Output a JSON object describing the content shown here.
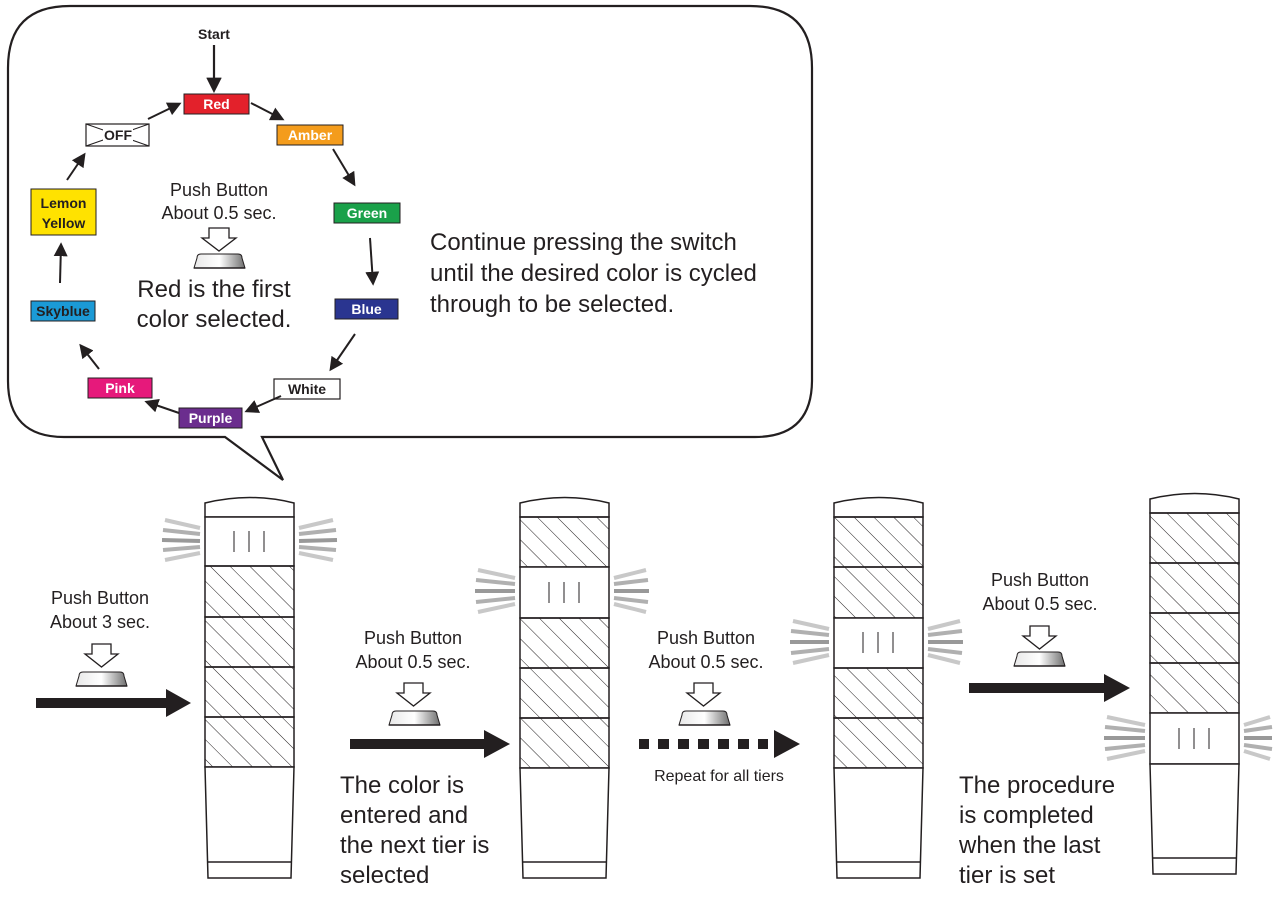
{
  "colors": {
    "red": "#e3212b",
    "amber": "#f49c1c",
    "green": "#1aa14a",
    "blue": "#2a3590",
    "white": "#ffffff",
    "purple": "#6b2d8e",
    "pink": "#e6197b",
    "skyblue": "#1b9ad6",
    "lemon_yellow": "#ffe200",
    "ink": "#231f20"
  },
  "cycle": {
    "start_label": "Start",
    "chips": {
      "red": "Red",
      "amber": "Amber",
      "green": "Green",
      "blue": "Blue",
      "white": "White",
      "purple": "Purple",
      "pink": "Pink",
      "skyblue": "Skyblue",
      "lemon_yellow_line1": "Lemon",
      "lemon_yellow_line2": "Yellow",
      "off": "OFF"
    },
    "push_line1": "Push Button",
    "push_line2": "About 0.5 sec.",
    "first_color_line1": "Red is the first",
    "first_color_line2": "color selected.",
    "note_line1": "Continue pressing the switch",
    "note_line2": "until the desired color is cycled",
    "note_line3": "through to be selected."
  },
  "steps": {
    "step1_line1": "Push Button",
    "step1_line2": "About 3 sec.",
    "step2_line1": "Push Button",
    "step2_line2": "About 0.5 sec.",
    "step2_caption_1": "The color is",
    "step2_caption_2": "entered and",
    "step2_caption_3": "the next tier is",
    "step2_caption_4": "selected",
    "step3_line1": "Push Button",
    "step3_line2": "About 0.5 sec.",
    "step3_caption": "Repeat for all tiers",
    "step4_line1": "Push Button",
    "step4_line2": "About 0.5 sec.",
    "step4_caption_1": "The procedure",
    "step4_caption_2": "is completed",
    "step4_caption_3": "when the last",
    "step4_caption_4": "tier is set"
  }
}
